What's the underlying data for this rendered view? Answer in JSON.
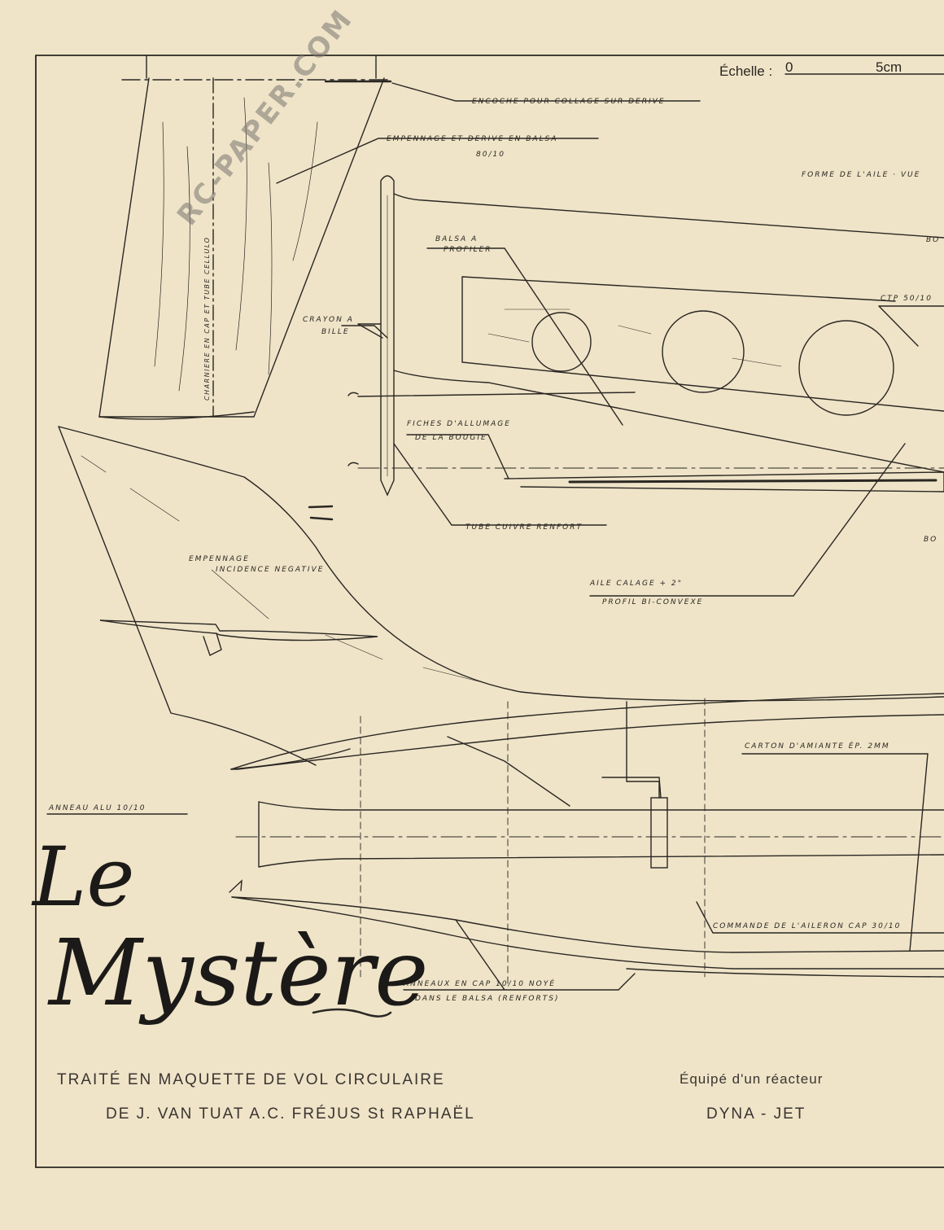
{
  "scale": {
    "label": "Échelle :",
    "zero": "0",
    "five": "5cm"
  },
  "notes": {
    "encoche": "ENCOCHE POUR COLLAGE SUR DERIVE",
    "empennage_balsa": "EMPENNAGE ET DERIVE EN BALSA",
    "balsa_thickness": "80/10",
    "forme_aile": "FORME DE L'AILE · VUE",
    "charniere": "CHARNIERE EN CAP ET TUBE CELLULO",
    "balsa_profiler_1": "BALSA A",
    "balsa_profiler_2": "PROFILER",
    "bo_top": "BO",
    "ctp": "CTP 50/10",
    "crayon_1": "CRAYON A",
    "crayon_2": "BILLE",
    "fiches_1": "FICHES D'ALLUMAGE",
    "fiches_2": "DE LA BOUGIE",
    "tube_cuivre": "TUBE CUIVRE RENFORT",
    "bo_bottom": "BO",
    "empennage_1": "EMPENNAGE",
    "empennage_2": "INCIDENCE NEGATIVE",
    "aile_1": "AILE CALAGE + 2°",
    "aile_2": "PROFIL BI-CONVEXE",
    "carton": "CARTON D'AMIANTE ép. 2mm",
    "anneau": "ANNEAU ALU 10/10",
    "commande": "COMMANDE DE L'AILERON CAP 30/10",
    "anneaux_1": "ANNEAUX EN CAP 10/10 NOYÉ",
    "anneaux_2": "DANS LE BALSA (RENFORTS)"
  },
  "title": {
    "line1": "Le",
    "line2": "Mystère"
  },
  "captions": {
    "line1": "TRAITÉ EN MAQUETTE DE VOL CIRCULAIRE",
    "line2": "DE J. VAN TUAT  A.C. FRÉJUS  St RAPHAËL",
    "engine1": "Équipé d'un réacteur",
    "engine2": "DYNA - JET"
  },
  "watermark": "RC-PAPER.COM",
  "colors": {
    "paper": "#efe4c8",
    "ink": "#2a2622"
  }
}
